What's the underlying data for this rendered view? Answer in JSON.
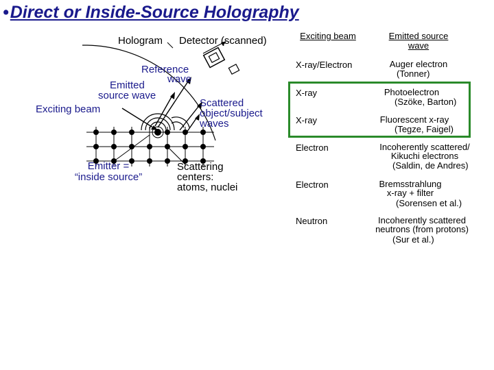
{
  "title": {
    "bullet": "•",
    "text": "Direct or Inside-Source Holography"
  },
  "diagram": {
    "hologram": "Hologram",
    "detector": "Detector (scanned)",
    "reference_line1": "Reference",
    "reference_line2": "wave",
    "emitted_line1": "Emitted",
    "emitted_line2": "source wave",
    "exciting_beam": "Exciting beam",
    "scattered_line1": "Scattered",
    "scattered_line2": "object/subject",
    "scattered_line3": "waves",
    "emitter_line1": "Emitter =",
    "emitter_line2": "“inside source”",
    "scattering_line1": "Scattering",
    "scattering_line2": "centers:",
    "scattering_line3": "atoms, nuclei"
  },
  "table": {
    "header_beam": "Exciting beam",
    "header_wave_line1": "Emitted source",
    "header_wave_line2": "wave",
    "rows": [
      {
        "beam": "X-ray/Electron",
        "wave_line1": "Auger electron",
        "wave_line2": "",
        "ref": "(Tonner)"
      },
      {
        "beam": "X-ray",
        "wave_line1": "Photoelectron",
        "wave_line2": "",
        "ref": "(Szöke, Barton)"
      },
      {
        "beam": "X-ray",
        "wave_line1": "Fluorescent x-ray",
        "wave_line2": "",
        "ref": "(Tegze, Faigel)"
      },
      {
        "beam": "Electron",
        "wave_line1": "Incoherently scattered/",
        "wave_line2": "Kikuchi electrons",
        "ref": "(Saldin, de Andres)"
      },
      {
        "beam": "Electron",
        "wave_line1": "Bremsstrahlung",
        "wave_line2": "x-ray + filter",
        "ref": "(Sorensen et al.)"
      },
      {
        "beam": "Neutron",
        "wave_line1": "Incoherently scattered",
        "wave_line2": "neutrons (from protons)",
        "ref": "(Sur et al.)"
      }
    ],
    "highlight_color": "#2a8a2a"
  },
  "colors": {
    "title": "#1a1a8c",
    "diagram_labels": "#1a1a8c",
    "text": "#000000"
  }
}
